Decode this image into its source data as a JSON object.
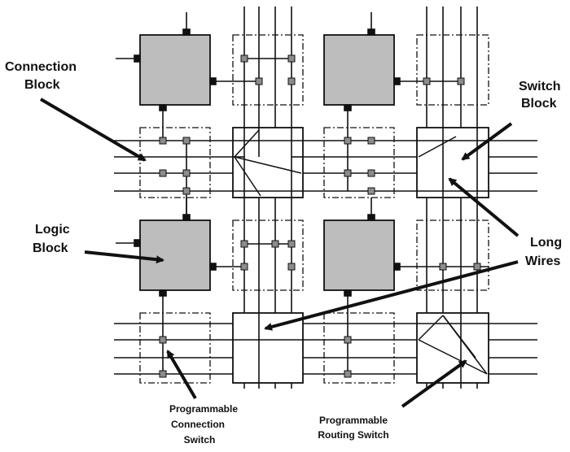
{
  "labels": {
    "connection_block": [
      "Connection",
      "Block"
    ],
    "switch_block": [
      "Switch",
      "Block"
    ],
    "logic_block": [
      "Logic",
      "Block"
    ],
    "long_wires": [
      "Long",
      "Wires"
    ],
    "programmable_connection_switch": [
      "Programmable",
      "Connection",
      "Switch"
    ],
    "programmable_routing_switch": [
      "Programmable",
      "Routing Switch"
    ]
  },
  "colors": {
    "logic_block_fill": "#bdbdbd",
    "line": "#111111",
    "background": "#ffffff"
  }
}
